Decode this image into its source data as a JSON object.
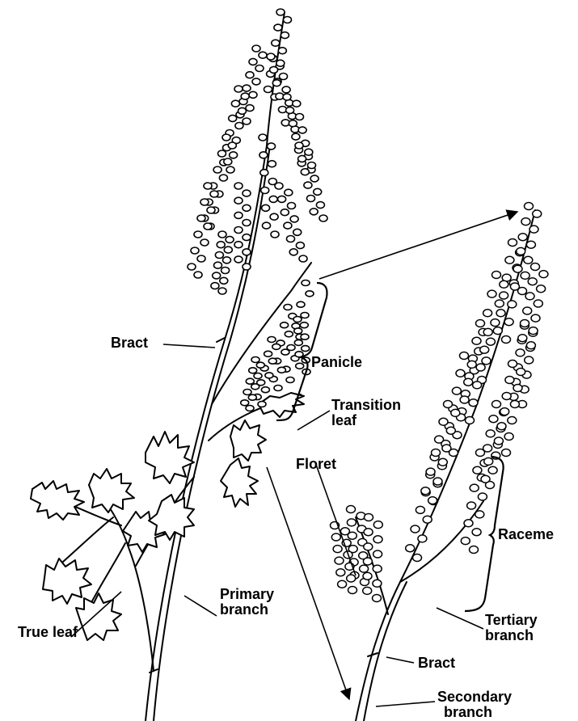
{
  "figure": {
    "labels": {
      "bract_upper": "Bract",
      "panicle": "Panicle",
      "transition_leaf": [
        "Transition",
        "leaf"
      ],
      "floret": "Floret",
      "raceme": "Raceme",
      "true_leaf": "True leaf",
      "primary_branch": [
        "Primary",
        "branch"
      ],
      "tertiary_branch": [
        "Tertiary",
        "branch"
      ],
      "bract_lower": "Bract",
      "secondary_branch": [
        "Secondary",
        "branch"
      ]
    }
  },
  "colors": {
    "ink": "#000000",
    "paper": "#ffffff"
  }
}
